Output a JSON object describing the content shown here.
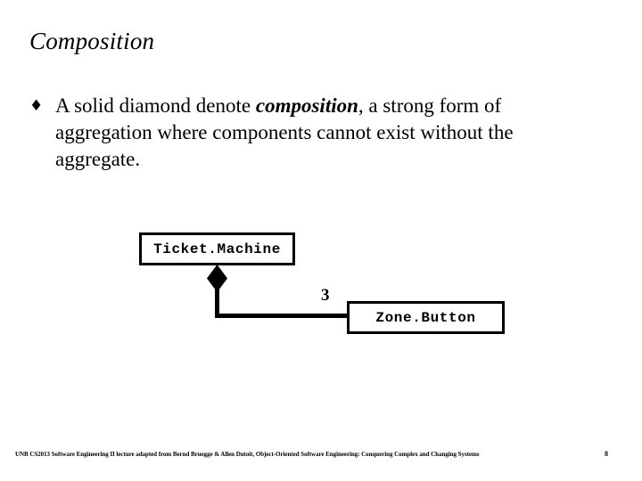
{
  "slide": {
    "title": "Composition",
    "bullet": {
      "glyph": "♦",
      "text_before": "A solid diamond denote ",
      "emphasis": "composition",
      "text_after": ", a strong form of aggregation where components cannot exist without the aggregate."
    },
    "diagram": {
      "type": "uml-composition",
      "whole_class": "Ticket.Machine",
      "part_class": "Zone.Button",
      "multiplicity": "3",
      "diamond": "solid-composition-diamond"
    },
    "footer": {
      "credit": "UNB CS2013 Software Engineering II lecture adapted from Bernd Bruegge & Allen Dutoit, Object-Oriented Software Engineering: Conquering Complex and Changing Systems",
      "page_number": "8"
    }
  },
  "colors": {
    "background": "#ffffff",
    "foreground": "#000000",
    "box_border": "#000000"
  }
}
